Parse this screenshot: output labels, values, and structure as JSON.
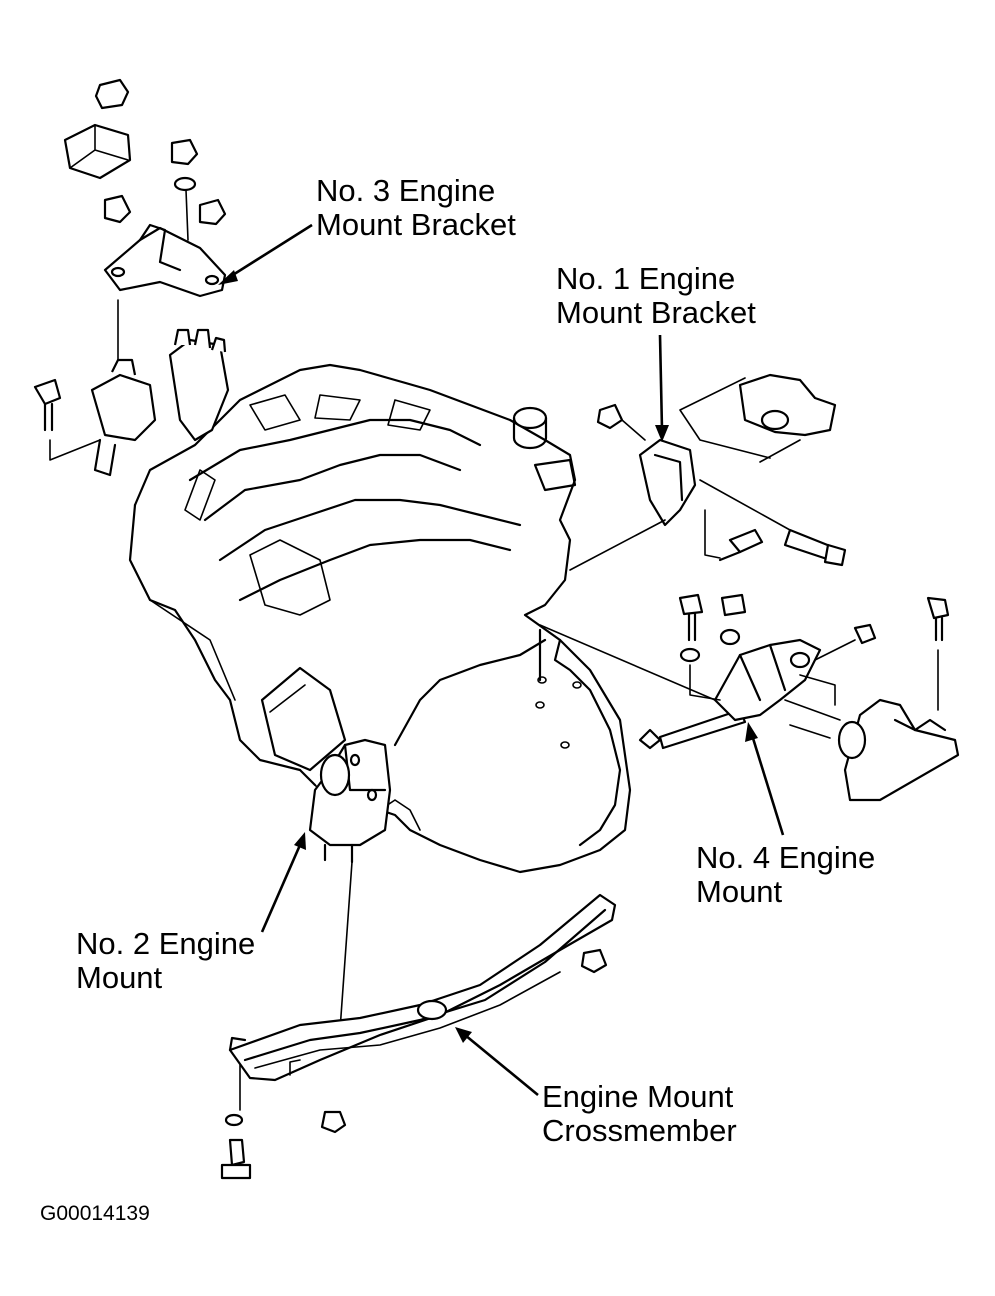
{
  "labels": {
    "no3_bracket": [
      "No. 3 Engine",
      "Mount Bracket"
    ],
    "no1_bracket": [
      "No. 1 Engine",
      "Mount Bracket"
    ],
    "no4_mount": [
      "No. 4 Engine",
      "Mount"
    ],
    "no2_mount": [
      "No. 2 Engine",
      "Mount"
    ],
    "crossmember": [
      "Engine Mount",
      "Crossmember"
    ]
  },
  "figure_code": "G00014139",
  "colors": {
    "ink": "#000000",
    "paper": "#ffffff"
  }
}
